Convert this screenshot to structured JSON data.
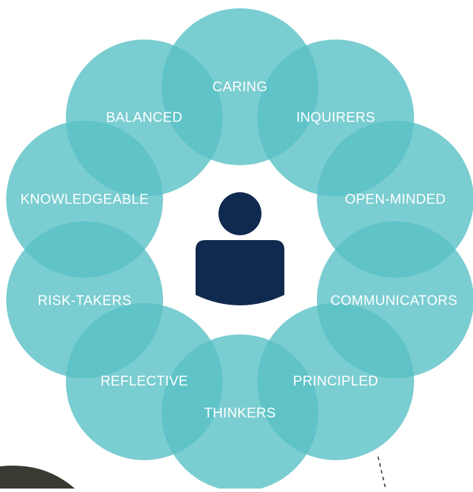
{
  "diagram": {
    "center_icon": "person-icon",
    "colors": {
      "petal": "#59c1c5",
      "petal_opacity": 0.8,
      "center_figure": "#102a4f",
      "label": "#ffffff",
      "corner_shape": "#3a3a32"
    },
    "petals": [
      {
        "label": "CARING"
      },
      {
        "label": "INQUIRERS"
      },
      {
        "label": "OPEN-MINDED"
      },
      {
        "label": "COMMUNICATORS"
      },
      {
        "label": "PRINCIPLED"
      },
      {
        "label": "THINKERS"
      },
      {
        "label": "REFLECTIVE"
      },
      {
        "label": "RISK-TAKERS"
      },
      {
        "label": "KNOWLEDGEABLE"
      },
      {
        "label": "BALANCED"
      }
    ]
  }
}
